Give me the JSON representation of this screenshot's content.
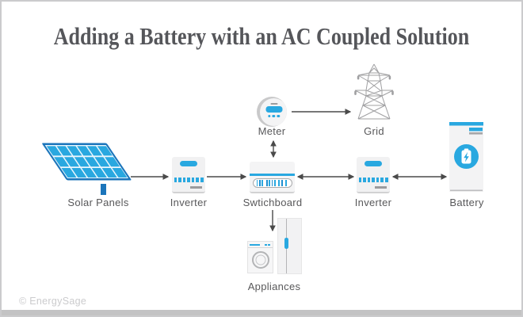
{
  "title": "Adding a Battery with an AC Coupled Solution",
  "watermark": "© EnergySage",
  "colors": {
    "accent_blue": "#29a8e0",
    "dark_blue": "#1b75bb",
    "box_gray": "#f2f2f3",
    "arrow_gray": "#4a4a4a",
    "label_gray": "#58585a",
    "tower_gray": "#a0a0a2",
    "frame_gray": "#cbcbcd"
  },
  "diagram": {
    "nodes": [
      {
        "id": "solar-panels",
        "label": "Solar Panels",
        "icon": "solar-panel-icon"
      },
      {
        "id": "inverter-1",
        "label": "Inverter",
        "icon": "inverter-icon"
      },
      {
        "id": "switchboard",
        "label": "Swtichboard",
        "icon": "switchboard-icon"
      },
      {
        "id": "inverter-2",
        "label": "Inverter",
        "icon": "inverter-icon"
      },
      {
        "id": "battery",
        "label": "Battery",
        "icon": "battery-icon"
      },
      {
        "id": "meter",
        "label": "Meter",
        "icon": "meter-icon"
      },
      {
        "id": "grid",
        "label": "Grid",
        "icon": "transmission-tower-icon"
      },
      {
        "id": "appliances",
        "label": "Appliances",
        "icon": "appliances-icon"
      }
    ],
    "connections": [
      {
        "from": "solar-panels",
        "to": "inverter-1",
        "style": "one-way"
      },
      {
        "from": "inverter-1",
        "to": "switchboard",
        "style": "one-way"
      },
      {
        "from": "switchboard",
        "to": "inverter-2",
        "style": "two-way"
      },
      {
        "from": "inverter-2",
        "to": "battery",
        "style": "two-way"
      },
      {
        "from": "meter",
        "to": "switchboard",
        "style": "two-way"
      },
      {
        "from": "meter",
        "to": "grid",
        "style": "one-way"
      },
      {
        "from": "switchboard",
        "to": "appliances",
        "style": "one-way"
      }
    ]
  }
}
